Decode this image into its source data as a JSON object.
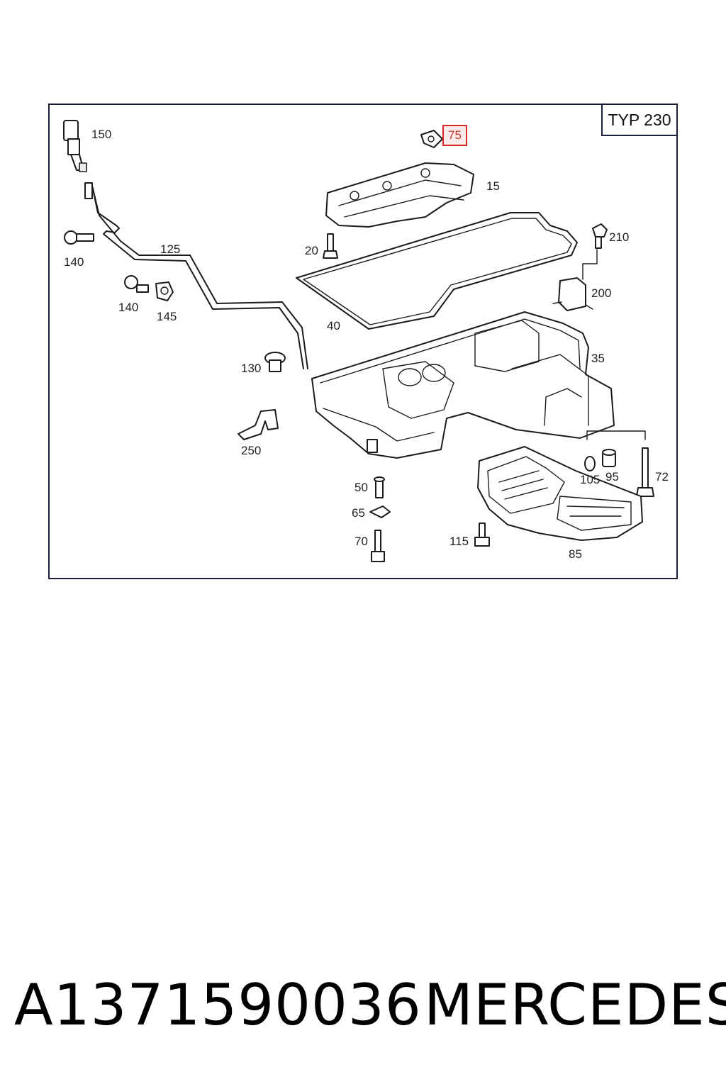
{
  "diagram": {
    "type_label": "TYP 230",
    "highlighted_callout": "75",
    "callouts": {
      "c150": "150",
      "c140a": "140",
      "c125": "125",
      "c140b": "140",
      "c145": "145",
      "c130": "130",
      "c250": "250",
      "c15": "15",
      "c20": "20",
      "c40": "40",
      "c210": "210",
      "c200": "200",
      "c35": "35",
      "c105": "105",
      "c95": "95",
      "c72": "72",
      "c85": "85",
      "c50": "50",
      "c65": "65",
      "c70": "70",
      "c115": "115"
    }
  },
  "footer": {
    "part_number": "A1371590036",
    "brand": "MERCEDES"
  },
  "colors": {
    "frame": "#1a1f3a",
    "highlight_border": "#d8262a",
    "highlight_fill": "#fdeaea"
  }
}
